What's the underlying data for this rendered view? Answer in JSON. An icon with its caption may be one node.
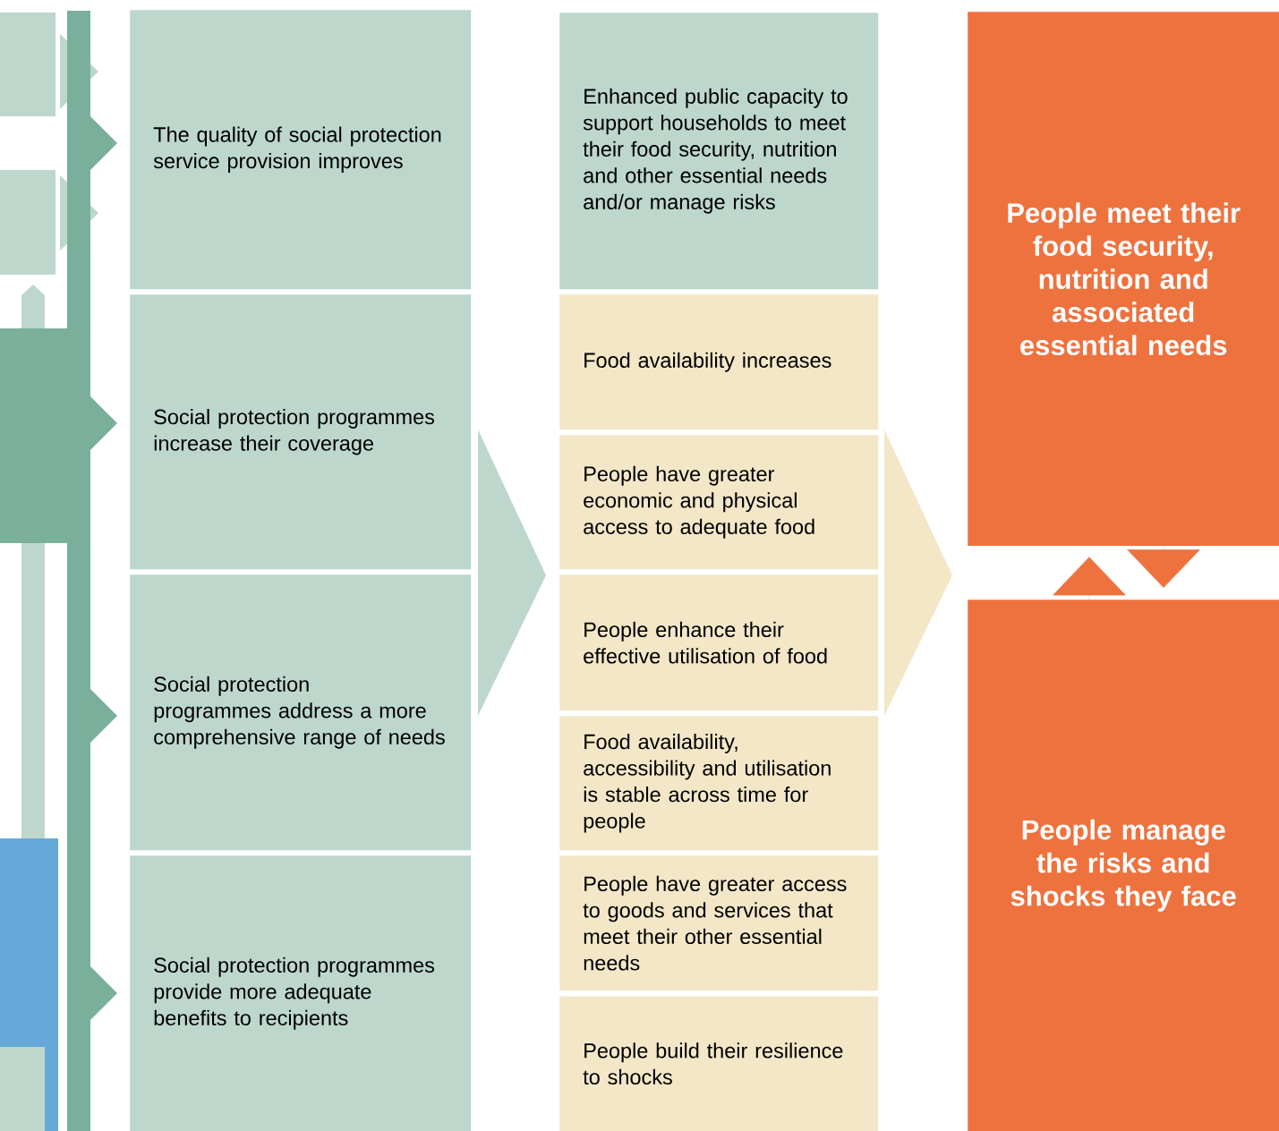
{
  "diagram": {
    "nodes": [
      {
        "text": [
          "The quality of social protection service provision improves"
        ]
      },
      {
        "text": [
          "Social protection programmes increase their coverage"
        ]
      },
      {
        "text": [
          "Social protection programmes address a more comprehensive range of needs"
        ]
      },
      {
        "text": [
          "Social protection programmes provide more adequate benefits to recipients"
        ]
      },
      {
        "text": [
          "Enhanced public capacity to support households to meet their food security, nutrition and other essential needs and/or manage risks"
        ]
      },
      {
        "text": [
          "Food availability increases"
        ]
      },
      {
        "text": [
          "People have greater economic and physical access to adequate food"
        ]
      },
      {
        "text": [
          "People enhance their effective utilisation of food"
        ]
      },
      {
        "text": [
          "Food availability, accessibility and utilisation is stable across time for people"
        ]
      },
      {
        "text": [
          "People have greater access to goods and services that meet their other essential needs"
        ]
      },
      {
        "text": [
          "People build their resilience to shocks"
        ]
      },
      {
        "text": [
          "People meet their food security, nutrition and associated essential needs"
        ]
      },
      {
        "text": [
          "People manage the risks and shocks they face"
        ]
      }
    ],
    "edges": [
      {
        "from": 12,
        "to": 11,
        "arrow": "to"
      },
      {
        "from": 11,
        "to": 12,
        "arrow": "to"
      }
    ]
  }
}
